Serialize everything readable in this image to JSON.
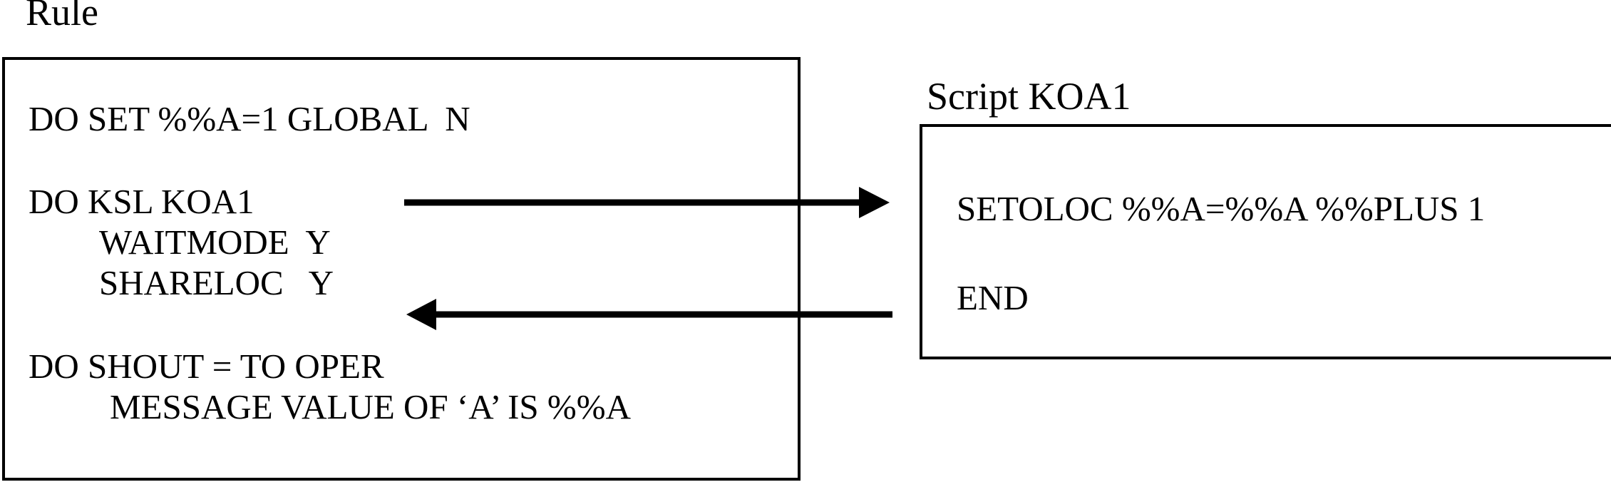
{
  "rule": {
    "title": "Rule",
    "lines": [
      "DO SET %%A=1 GLOBAL  N",
      "DO KSL KOA1",
      "WAITMODE  Y",
      "SHARELOC   Y",
      "DO SHOUT = TO OPER",
      "MESSAGE VALUE OF ‘A’ IS %%A"
    ]
  },
  "script": {
    "title": "Script KOA1",
    "lines": [
      "SETOLOC %%A=%%A %%PLUS 1",
      "END"
    ]
  },
  "colors": {
    "ink": "#000000",
    "background": "#ffffff"
  }
}
